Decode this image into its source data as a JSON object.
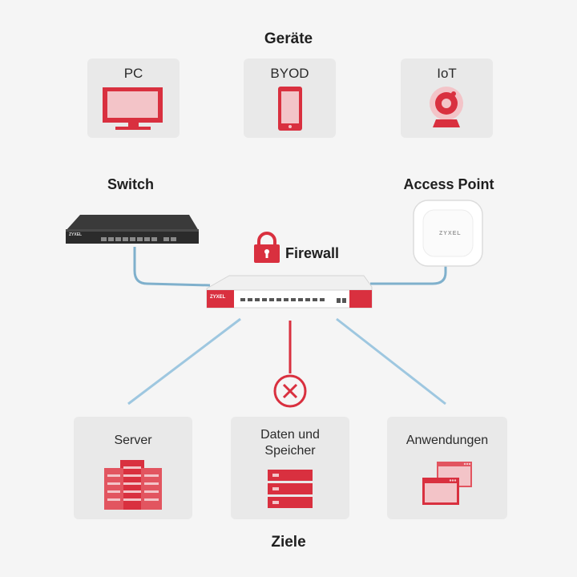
{
  "devices_section": {
    "title": "Geräte",
    "items": [
      {
        "label": "PC"
      },
      {
        "label": "BYOD"
      },
      {
        "label": "IoT"
      }
    ]
  },
  "network": {
    "switch_label": "Switch",
    "access_point_label": "Access Point",
    "firewall_label": "Firewall",
    "switch_brand": "ZYXEL",
    "ap_brand": "ZYXEL",
    "firewall_brand": "ZYXEL"
  },
  "targets_section": {
    "title": "Ziele",
    "items": [
      {
        "label": "Server"
      },
      {
        "label_line1": "Daten und",
        "label_line2": "Speicher"
      },
      {
        "label": "Anwendungen"
      }
    ]
  },
  "colors": {
    "accent_red": "#d9303f",
    "light_red": "#f3c4c8",
    "connector_blue": "#7fb0cc",
    "card_bg": "#e9e9e9"
  }
}
